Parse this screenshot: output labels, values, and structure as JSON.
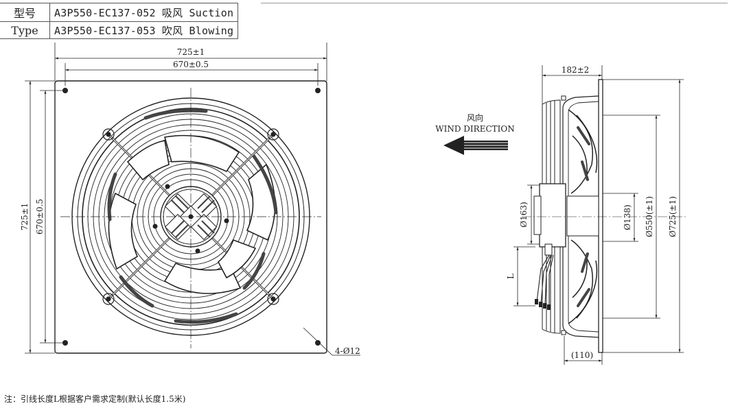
{
  "spec_table": {
    "rows": [
      {
        "label": "型号",
        "model": "A3P550-EC137-052 吸风 Suction"
      },
      {
        "label": "Type",
        "model": "A3P550-EC137-053 吹风 Blowing"
      }
    ]
  },
  "front_view": {
    "dim_outer_width": "725±1",
    "dim_hole_width": "670±0.5",
    "dim_outer_height": "725±1",
    "dim_hole_height": "670±0.5",
    "hole_callout": "4-Ø12"
  },
  "wind_direction": {
    "label_cn": "风向",
    "label_en": "WIND DIRECTION"
  },
  "side_view": {
    "dim_depth": "182±2",
    "dim_hub": "Ø163)",
    "dim_motor": "Ø138)",
    "dim_fan_dia": "Ø550(±1)",
    "dim_overall_dia": "Ø725(±1)",
    "dim_lead": "L",
    "dim_bottom": "(110)"
  },
  "footnote": "注：引线长度L根据客户需求定制(默认长度1.5米)"
}
